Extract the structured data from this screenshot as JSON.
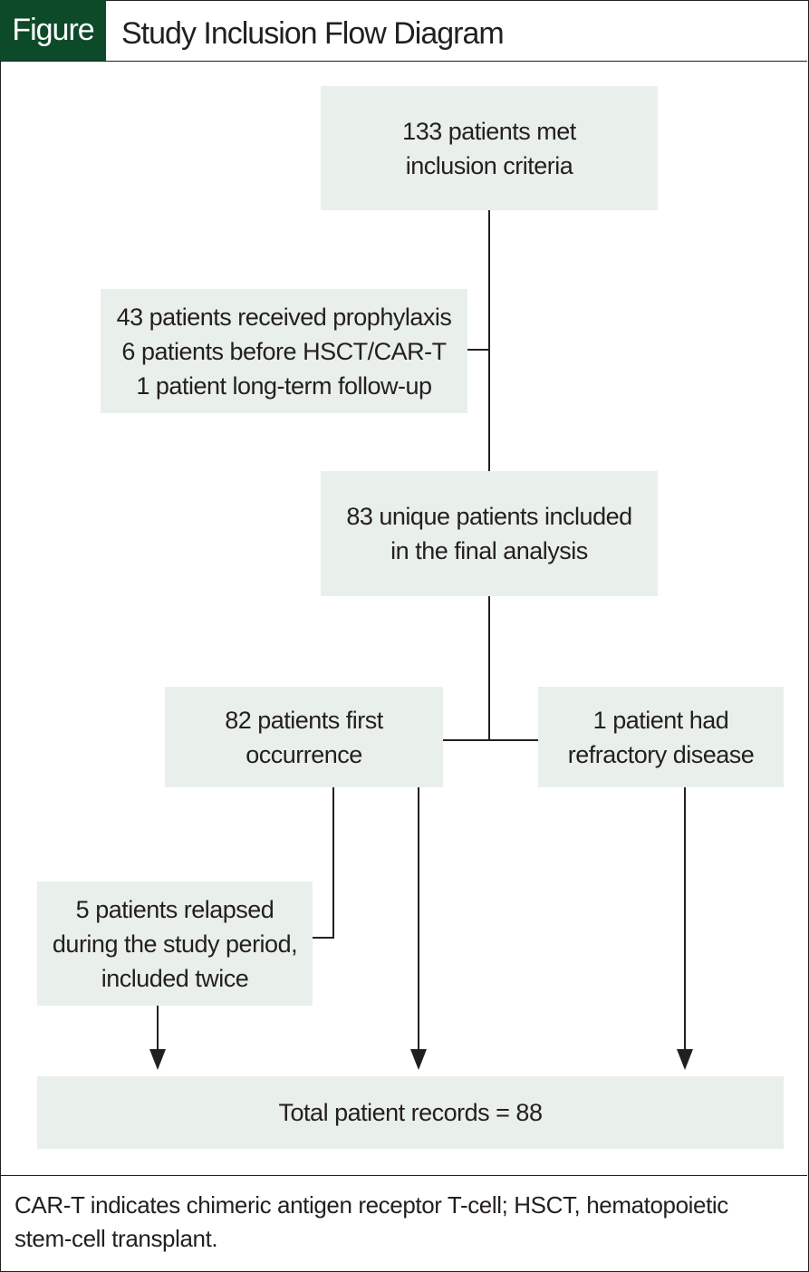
{
  "header": {
    "figure_label": "Figure",
    "title": "Study Inclusion Flow Diagram"
  },
  "boxes": {
    "inclusion": [
      "133 patients met",
      "inclusion criteria"
    ],
    "excluded": [
      "43 patients received prophylaxis",
      "6 patients before HSCT/CAR-T",
      "1 patient long-term follow-up"
    ],
    "analysis": [
      "83 unique patients included",
      "in the final analysis"
    ],
    "first_occurrence": [
      "82 patients first",
      "occurrence"
    ],
    "refractory": [
      "1 patient had",
      "refractory disease"
    ],
    "relapsed": [
      "5 patients relapsed",
      "during the study period,",
      "included twice"
    ],
    "total": [
      "Total patient records = 88"
    ]
  },
  "footnote": [
    "CAR-T indicates chimeric antigen receptor T-cell; HSCT, hematopoietic",
    "stem-cell transplant."
  ],
  "colors": {
    "header_fill": "#0d4a2a",
    "box_fill": "#e9efea",
    "line": "#231f20"
  }
}
